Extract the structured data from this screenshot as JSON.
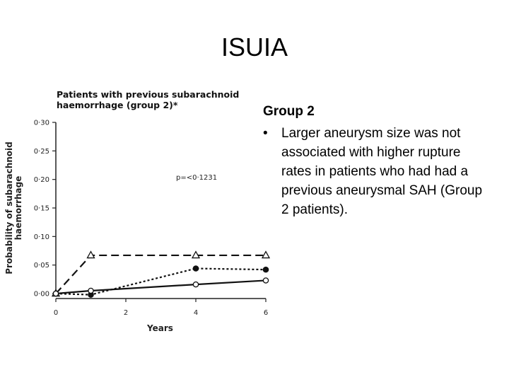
{
  "slide": {
    "title": "ISUIA"
  },
  "text": {
    "heading": "Group 2",
    "bullet": "Larger aneurysm size was not associated with higher rupture rates in patients who had had a previous aneurysmal SAH (Group 2 patients)."
  },
  "chart_data": {
    "type": "line",
    "title": "Patients with previous subarachnoid haemorrhage (group 2)*",
    "xlabel": "Years",
    "ylabel": "Probability of subarachnoid haemorrhage",
    "xlim": [
      0,
      6
    ],
    "ylim": [
      0,
      0.3
    ],
    "xticks": [
      "0",
      "2",
      "4",
      "6"
    ],
    "yticks": [
      "0·00",
      "0·05",
      "0·10",
      "0·15",
      "0·20",
      "0·25",
      "0·30"
    ],
    "annotation": "p=<0·1231",
    "grid": false,
    "series": [
      {
        "style": "dashed",
        "marker": "open-triangle",
        "x": [
          0,
          1,
          4,
          6
        ],
        "y": [
          0.0,
          0.067,
          0.067,
          0.067
        ]
      },
      {
        "style": "dotted",
        "marker": "filled-circle",
        "x": [
          0,
          1,
          4,
          6
        ],
        "y": [
          0.0,
          -0.002,
          0.044,
          0.042
        ]
      },
      {
        "style": "solid",
        "marker": "open-circle",
        "x": [
          0,
          1,
          4,
          6
        ],
        "y": [
          0.0,
          0.005,
          0.016,
          0.023
        ]
      }
    ]
  }
}
